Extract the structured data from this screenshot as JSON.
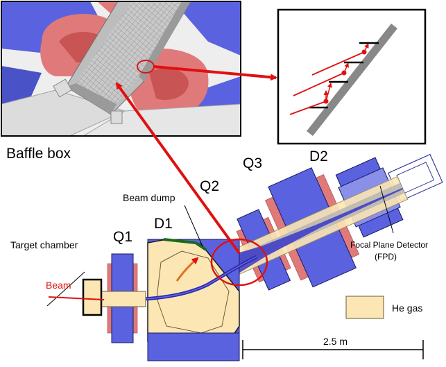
{
  "labels": {
    "baffle_box": "Baffle box",
    "q3": "Q3",
    "d2": "D2",
    "q2": "Q2",
    "beam_dump": "Beam dump",
    "d1": "D1",
    "q1": "Q1",
    "target_chamber": "Target chamber",
    "beam": "Beam",
    "focal_plane_detector": "Focal Plane Detector",
    "fpd": "(FPD)",
    "he_gas": "He gas",
    "scale": "2.5 m"
  },
  "colors": {
    "magnet_blue": "#5a62e0",
    "coil_red": "#e07a7a",
    "he_gas_fill": "#fbe6b4",
    "beam_red": "#e01010",
    "beam_line": "#2a2ab0",
    "steel_gray": "#b4b4b4"
  }
}
